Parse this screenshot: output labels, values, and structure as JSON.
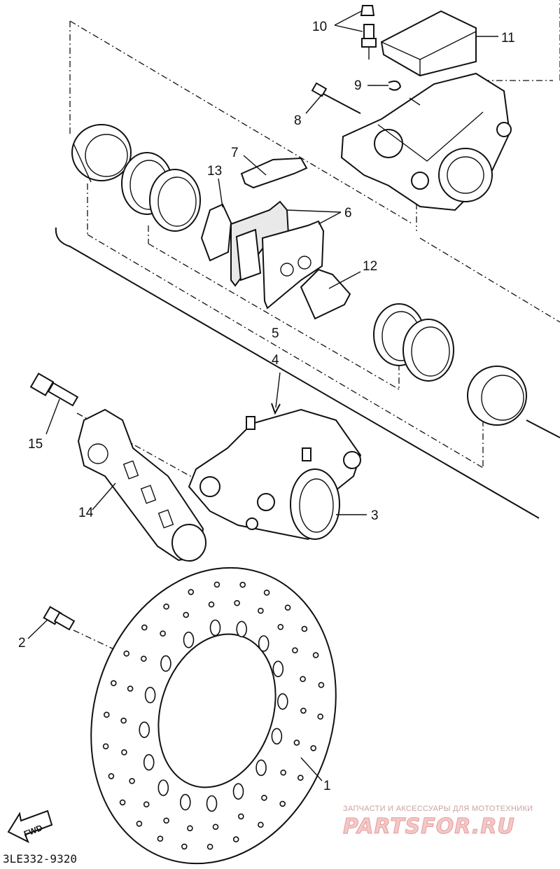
{
  "diagram": {
    "part_code": "3LE332-9320",
    "fwd_label": "FWD",
    "labels": {
      "p1": "1",
      "p2": "2",
      "p3": "3",
      "p4": "4",
      "p5": "5",
      "p6": "6",
      "p7": "7",
      "p8": "8",
      "p9": "9",
      "p10": "10",
      "p11": "11",
      "p12": "12",
      "p13": "13",
      "p14": "14",
      "p15": "15"
    }
  },
  "watermark": {
    "tagline": "ЗАПЧАСТИ И АКСЕССУАРЫ ДЛЯ МОТОТЕХНИКИ",
    "logo": "PARTSFOR.RU"
  }
}
